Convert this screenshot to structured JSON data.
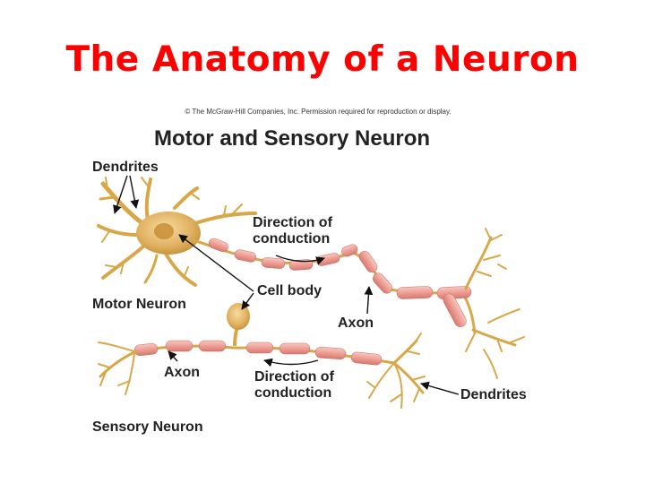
{
  "title": "The Anatomy of a Neuron",
  "figure": {
    "copyright": "© The McGraw-Hill Companies, Inc. Permission required for reproduction or display.",
    "heading": "Motor and Sensory Neuron",
    "labels": {
      "dendrites_top": "Dendrites",
      "direction_top_line1": "Direction of",
      "direction_top_line2": "conduction",
      "cell_body": "Cell body",
      "motor_neuron": "Motor Neuron",
      "axon_right": "Axon",
      "axon_left": "Axon",
      "direction_bottom_line1": "Direction of",
      "direction_bottom_line2": "conduction",
      "dendrites_right": "Dendrites",
      "sensory_neuron": "Sensory Neuron"
    }
  },
  "colors": {
    "title": "#ff0000",
    "soma": "#e0b060",
    "dendrite": "#d8a848",
    "myelin": "#eb9a90",
    "pointer": "#111111"
  }
}
